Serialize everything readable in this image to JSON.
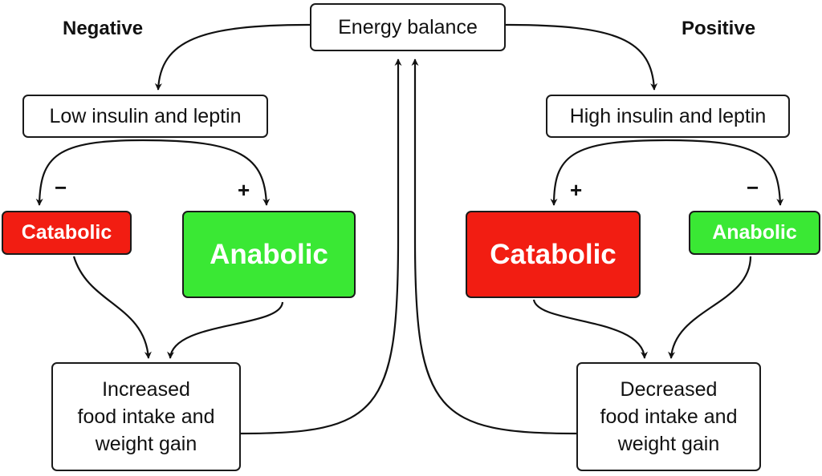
{
  "headings": {
    "left": "Negative",
    "right": "Positive"
  },
  "center": {
    "label": "Energy balance"
  },
  "left": {
    "hormone": "Low insulin and leptin",
    "catabolic": {
      "label": "Catabolic",
      "sign": "−",
      "color": "#f21d12"
    },
    "anabolic": {
      "label": "Anabolic",
      "sign": "+",
      "color": "#3ae834"
    },
    "outcome": {
      "lines": [
        "Increased",
        "food intake and",
        "weight gain"
      ]
    }
  },
  "right": {
    "hormone": "High insulin and leptin",
    "catabolic": {
      "label": "Catabolic",
      "sign": "+",
      "color": "#f21d12"
    },
    "anabolic": {
      "label": "Anabolic",
      "sign": "−",
      "color": "#3ae834"
    },
    "outcome": {
      "lines": [
        "Decreased",
        "food intake and",
        "weight gain"
      ]
    }
  }
}
